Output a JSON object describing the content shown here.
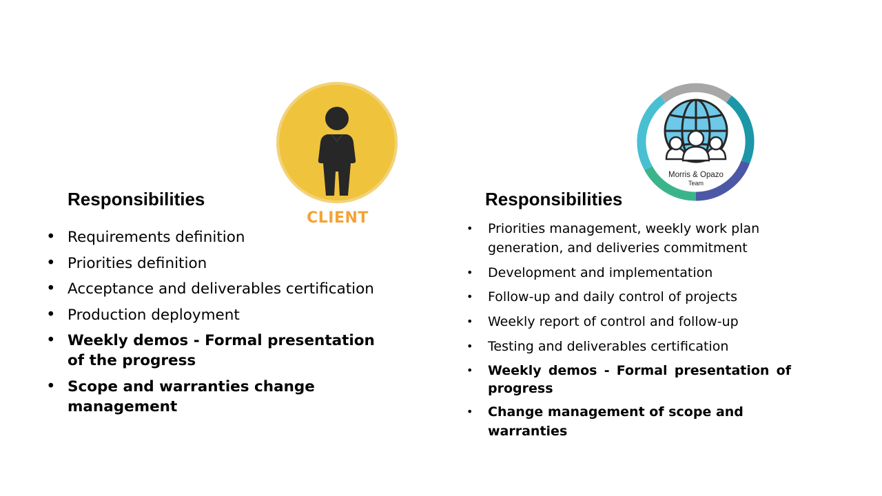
{
  "client": {
    "icon": "person-icon",
    "label": "CLIENT",
    "colors": {
      "circle": "#f0c33c",
      "label": "#f5a234",
      "figure": "#272727"
    },
    "heading": "Responsibilities",
    "items": [
      {
        "text": "Requirements definition",
        "bold": false
      },
      {
        "text": "Priorities definition",
        "bold": false
      },
      {
        "text": "Acceptance and deliverables certification",
        "bold": false
      },
      {
        "text": "Production deployment",
        "bold": false
      },
      {
        "text": "Weekly demos - Formal presentation of the progress",
        "bold": true
      },
      {
        "text": "Scope and warranties change management",
        "bold": true
      }
    ]
  },
  "team": {
    "icon": "globe-team-icon",
    "logo_line1": "Morris & Opazo",
    "logo_line2": "Team",
    "ring_colors": [
      "#a7a7a7",
      "#1b97a8",
      "#4c58a6",
      "#3cb48b",
      "#49bfd2"
    ],
    "heading": "Responsibilities",
    "items": [
      {
        "text": "Priorities management, weekly work plan generation, and deliveries commitment",
        "bold": false
      },
      {
        "text": "Development and implementation",
        "bold": false
      },
      {
        "text": "Follow-up and daily control of projects",
        "bold": false
      },
      {
        "text": "Weekly report of control and follow-up",
        "bold": false
      },
      {
        "text": "Testing and deliverables certification",
        "bold": false
      },
      {
        "text": "Weekly demos - Formal presentation of progress",
        "bold": true
      },
      {
        "text": "Change management of scope and warranties",
        "bold": true
      }
    ]
  },
  "bullet_char": "•"
}
